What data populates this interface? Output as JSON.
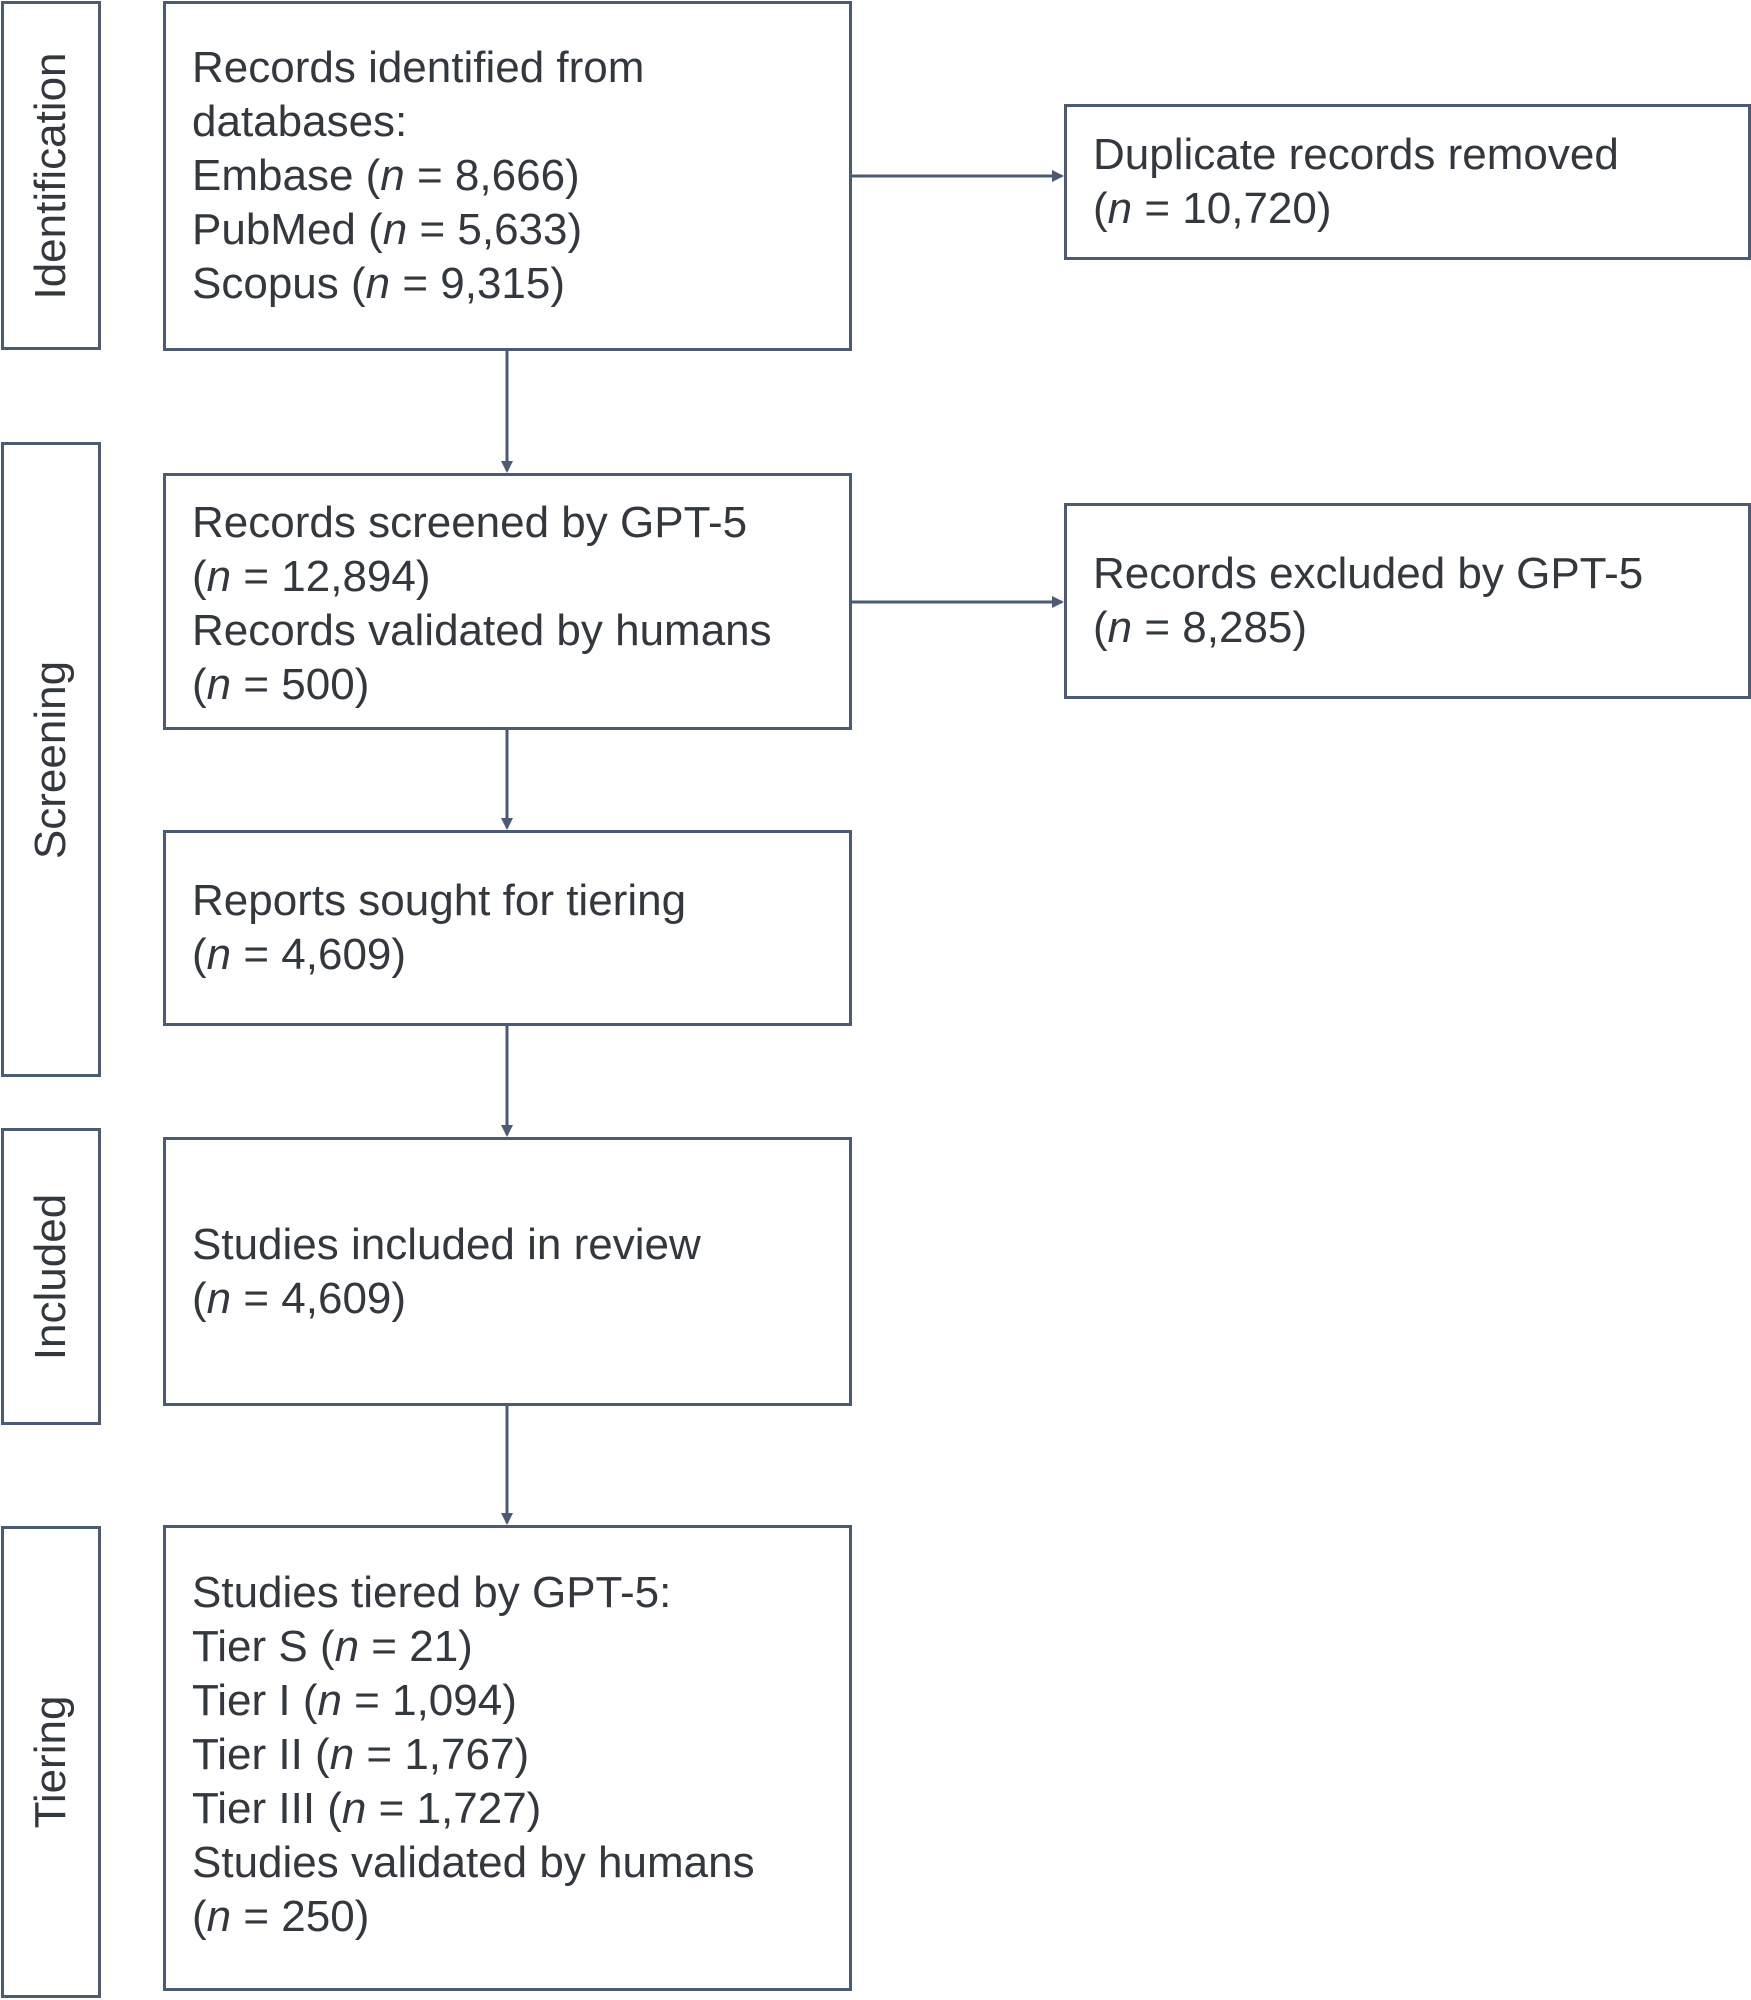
{
  "stages": [
    {
      "id": "identification",
      "label": "Identification"
    },
    {
      "id": "screening",
      "label": "Screening"
    },
    {
      "id": "included",
      "label": "Included"
    },
    {
      "id": "tiering",
      "label": "Tiering"
    }
  ],
  "boxes": {
    "identified": {
      "lines": [
        {
          "pre": "Records identified from",
          "n": "",
          "post": ""
        },
        {
          "pre": "databases:",
          "n": "",
          "post": ""
        },
        {
          "pre": "Embase (",
          "n": "n",
          "post": " = 8,666)"
        },
        {
          "pre": "PubMed (",
          "n": "n",
          "post": " = 5,633)"
        },
        {
          "pre": "Scopus (",
          "n": "n",
          "post": " = 9,315)"
        }
      ]
    },
    "duplicates": {
      "lines": [
        {
          "pre": "Duplicate records removed",
          "n": "",
          "post": ""
        },
        {
          "pre": "(",
          "n": "n",
          "post": " = 10,720)"
        }
      ]
    },
    "screened": {
      "lines": [
        {
          "pre": "Records screened by GPT-5",
          "n": "",
          "post": ""
        },
        {
          "pre": "(",
          "n": "n",
          "post": " = 12,894)"
        },
        {
          "pre": "Records validated by humans",
          "n": "",
          "post": ""
        },
        {
          "pre": "(",
          "n": "n",
          "post": " = 500)"
        }
      ]
    },
    "excluded": {
      "lines": [
        {
          "pre": "Records excluded by GPT-5",
          "n": "",
          "post": ""
        },
        {
          "pre": "(",
          "n": "n",
          "post": " = 8,285)"
        }
      ]
    },
    "sought": {
      "lines": [
        {
          "pre": "Reports sought for tiering",
          "n": "",
          "post": ""
        },
        {
          "pre": "(",
          "n": "n",
          "post": " = 4,609)"
        }
      ]
    },
    "included": {
      "lines": [
        {
          "pre": "Studies included in review",
          "n": "",
          "post": ""
        },
        {
          "pre": "(",
          "n": "n",
          "post": " = 4,609)"
        }
      ]
    },
    "tiered": {
      "lines": [
        {
          "pre": "Studies tiered by GPT-5:",
          "n": "",
          "post": ""
        },
        {
          "pre": "Tier S (",
          "n": "n",
          "post": " = 21)"
        },
        {
          "pre": "Tier I (",
          "n": "n",
          "post": " = 1,094)"
        },
        {
          "pre": "Tier II (",
          "n": "n",
          "post": " = 1,767)"
        },
        {
          "pre": "Tier III (",
          "n": "n",
          "post": " = 1,727)"
        },
        {
          "pre": "Studies validated by humans",
          "n": "",
          "post": ""
        },
        {
          "pre": "(",
          "n": "n",
          "post": " = 250)"
        }
      ]
    }
  },
  "colors": {
    "border": "#4b5b73",
    "text": "#33383f",
    "background": "#ffffff"
  }
}
